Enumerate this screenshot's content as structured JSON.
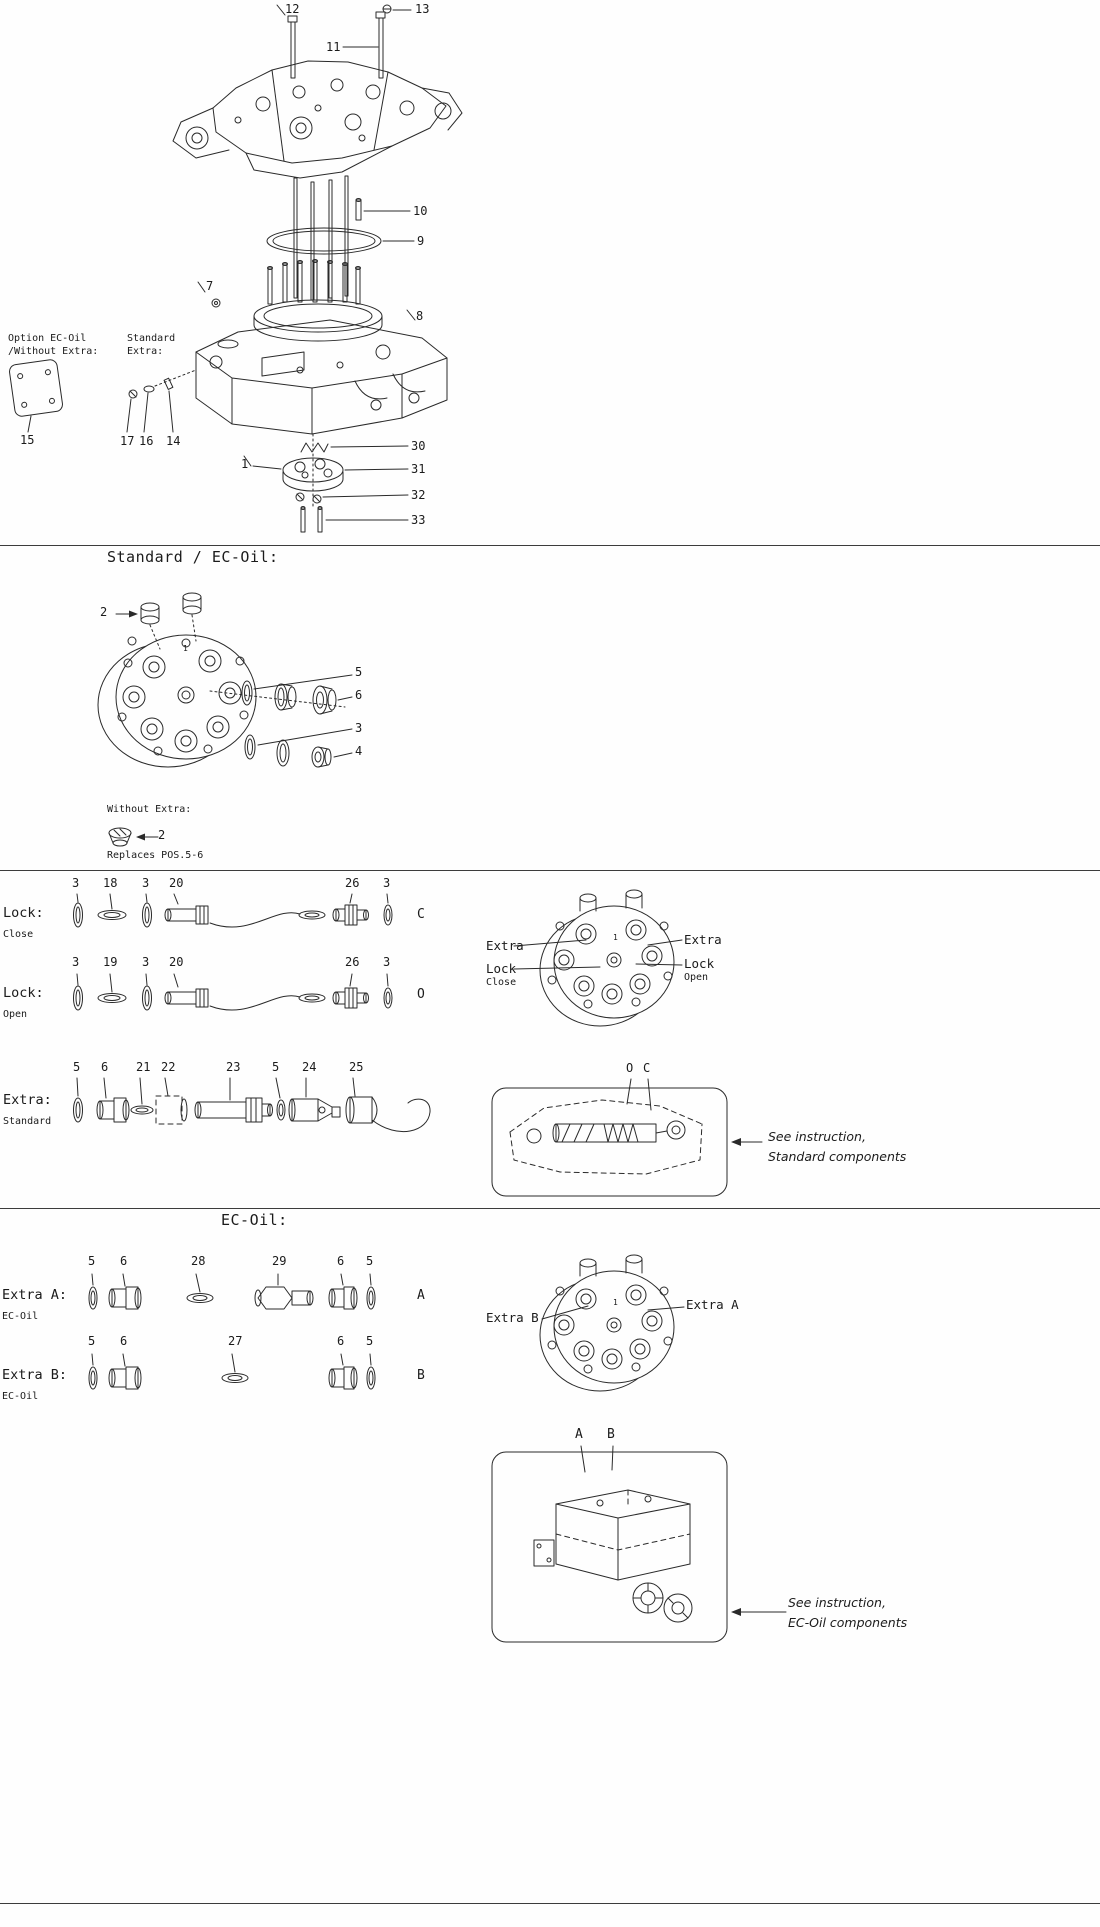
{
  "exploded": {
    "option1": "Option EC-Oil",
    "option2": "/Without Extra:",
    "std1": "Standard",
    "std2": "Extra:",
    "c12": "12",
    "c13": "13",
    "c11": "11",
    "c10": "10",
    "c9": "9",
    "c7": "7",
    "c8": "8",
    "c15": "15",
    "c17": "17",
    "c16": "16",
    "c14": "14",
    "c1": "1",
    "c30": "30",
    "c31": "31",
    "c32": "32",
    "c33": "33"
  },
  "std": {
    "title": "Standard / EC-Oil:",
    "c2": "2",
    "c5": "5",
    "c6": "6",
    "c3": "3",
    "c4": "4",
    "port": "1",
    "without": "Without Extra:",
    "c2b": "2",
    "replaces": "Replaces POS.5-6"
  },
  "lock": {
    "close": {
      "label": "Lock:",
      "sub": "Close",
      "letter": "C",
      "k": [
        "3",
        "18",
        "3",
        "20",
        "26",
        "3"
      ]
    },
    "open": {
      "label": "Lock:",
      "sub": "Open",
      "letter": "O",
      "k": [
        "3",
        "19",
        "3",
        "20",
        "26",
        "3"
      ]
    },
    "flange": {
      "extraL": "Extra",
      "extraR": "Extra",
      "lockL": "Lock",
      "closeS": "Close",
      "lockR": "Lock",
      "openS": "Open",
      "port": "1"
    },
    "extra": {
      "label": "Extra:",
      "sub": "Standard",
      "k": [
        "5",
        "6",
        "21",
        "22",
        "23",
        "5",
        "24",
        "25"
      ]
    },
    "instr": {
      "o": "O",
      "c": "C",
      "l1": "See instruction,",
      "l2": "Standard components"
    }
  },
  "ecoil": {
    "title": "EC-Oil:",
    "a": {
      "label": "Extra A:",
      "sub": "EC-Oil",
      "letter": "A",
      "k": [
        "5",
        "6",
        "28",
        "29",
        "6",
        "5"
      ]
    },
    "b": {
      "label": "Extra B:",
      "sub": "EC-Oil",
      "letter": "B",
      "k": [
        "5",
        "6",
        "27",
        "6",
        "5"
      ]
    },
    "flange": {
      "extraB": "Extra B",
      "extraA": "Extra A",
      "port": "1"
    },
    "instr": {
      "a": "A",
      "b": "B",
      "l1": "See instruction,",
      "l2": "EC-Oil components"
    }
  }
}
